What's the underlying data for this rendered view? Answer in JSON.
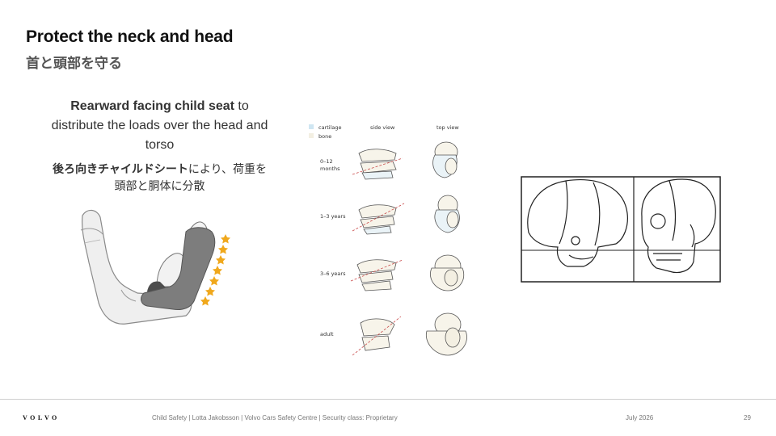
{
  "slide": {
    "title": "Protect the neck and head",
    "subtitle_jp": "首と頭部を守る",
    "desc_bold": "Rearward facing child seat",
    "desc_rest": " to distribute the loads over the head and torso",
    "desc_jp_bold": "後ろ向きチャイルドシート",
    "desc_jp_rest": "により、荷重を頭部と胴体に分散"
  },
  "spine_figure": {
    "legend": [
      "cartilage",
      "bone"
    ],
    "col_headers": [
      "side view",
      "top view"
    ],
    "row_labels": [
      "0–12",
      "months",
      "1–3 years",
      "3–6 years",
      "adult"
    ]
  },
  "footer": {
    "logo": "VOLVO",
    "text": "Child Safety  |  Lotta Jakobsson  |  Volvo Cars Safety Centre  |  Security class: Proprietary",
    "date": "July 2026",
    "page": "29"
  },
  "colors": {
    "cartilage": "#cfe6f2",
    "bone": "#f3efe2",
    "load_star": "#f0a81c",
    "seat_grey": "#7d7d7d"
  }
}
